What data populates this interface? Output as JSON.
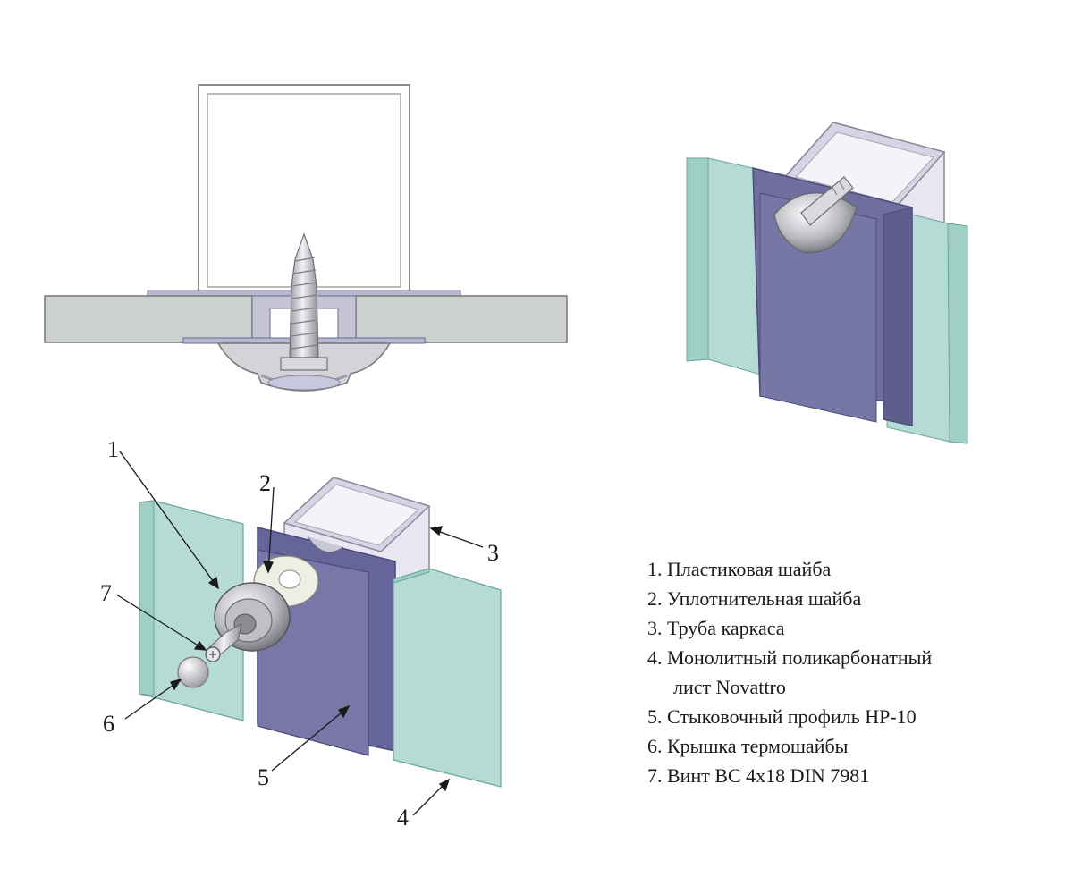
{
  "callouts": {
    "c1": "1",
    "c2": "2",
    "c3": "3",
    "c4": "4",
    "c5": "5",
    "c6": "6",
    "c7": "7"
  },
  "legend": [
    "1. Пластиковая шайба",
    "2. Уплотнительная шайба",
    "3. Труба каркаса",
    "4. Монолитный поликарбонатный",
    "лист Novattro",
    "5. Стыковочный профиль HP-10",
    "6. Крышка термошайбы",
    "7. Винт ВС 4х18 DIN 7981"
  ],
  "colors": {
    "glass": "#a9d3cc",
    "profile": "#6f6e9e",
    "steel": "#c8c8cf",
    "panel_gray": "#ccd1ce"
  }
}
